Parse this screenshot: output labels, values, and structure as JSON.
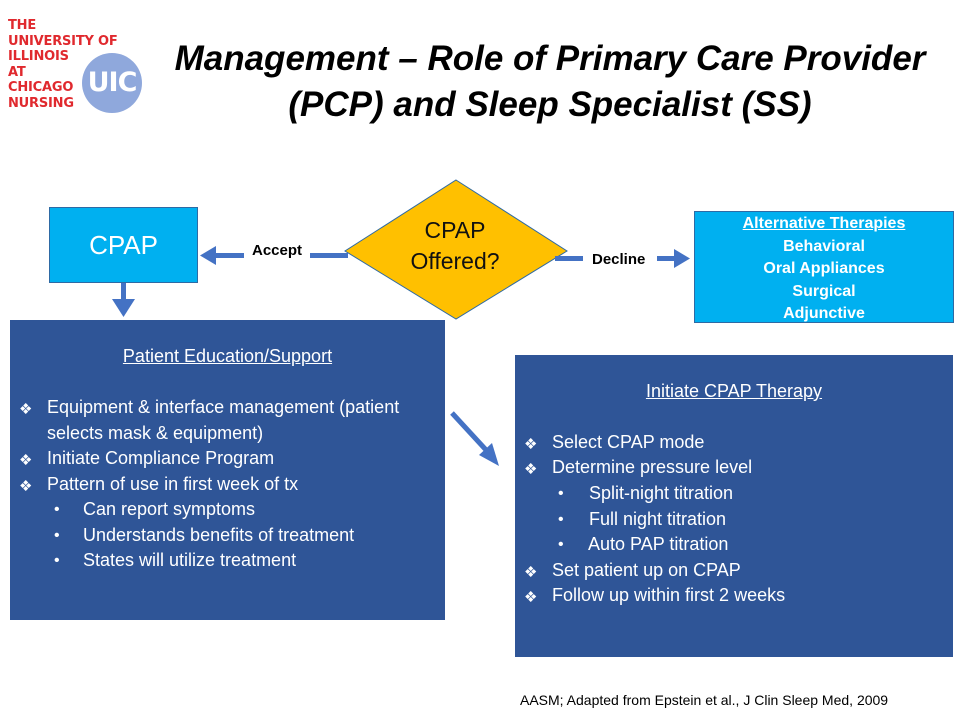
{
  "logo": {
    "lines": [
      "THE",
      "UNIVERSITY OF",
      "ILLINOIS",
      "AT",
      "CHICAGO",
      "NURSING"
    ],
    "mark": "UIC",
    "color": "#e0292e",
    "mark_bg": "#8fa8dc"
  },
  "title": {
    "line1": "Management – Role of Primary Care Provider",
    "line2": "(PCP) and Sleep Specialist (SS)"
  },
  "decision": {
    "line1": "CPAP",
    "line2": "Offered?",
    "color": "#ffc000"
  },
  "cpap_box": {
    "label": "CPAP",
    "color": "#00b0f0"
  },
  "edges": {
    "accept": "Accept",
    "decline": "Decline"
  },
  "alternatives": {
    "header": "Alternative Therapies",
    "items": [
      "Behavioral",
      "Oral Appliances",
      "Surgical",
      "Adjunctive"
    ]
  },
  "education": {
    "header": "Patient Education/Support",
    "items": [
      {
        "text": "Equipment & interface management (patient",
        "cont": "selects mask & equipment)"
      },
      {
        "text": "Initiate Compliance Program"
      },
      {
        "text": "Pattern of use in first week of tx",
        "sub": [
          "Can report symptoms",
          "Understands benefits of treatment",
          "States will utilize treatment"
        ]
      }
    ]
  },
  "therapy": {
    "header": "Initiate CPAP Therapy",
    "items": [
      {
        "text": "Select CPAP mode"
      },
      {
        "text": "Determine pressure level",
        "sub": [
          "Split-night titration",
          "Full night titration",
          "Auto PAP titration"
        ]
      },
      {
        "text": "Set patient up on CPAP"
      },
      {
        "text": "Follow up within first 2 weeks"
      }
    ]
  },
  "citation": "AASM; Adapted from Epstein et al., J Clin Sleep Med, 2009",
  "colors": {
    "box_dark": "#2f5597",
    "box_light": "#00b0f0",
    "arrow": "#4472c4"
  }
}
